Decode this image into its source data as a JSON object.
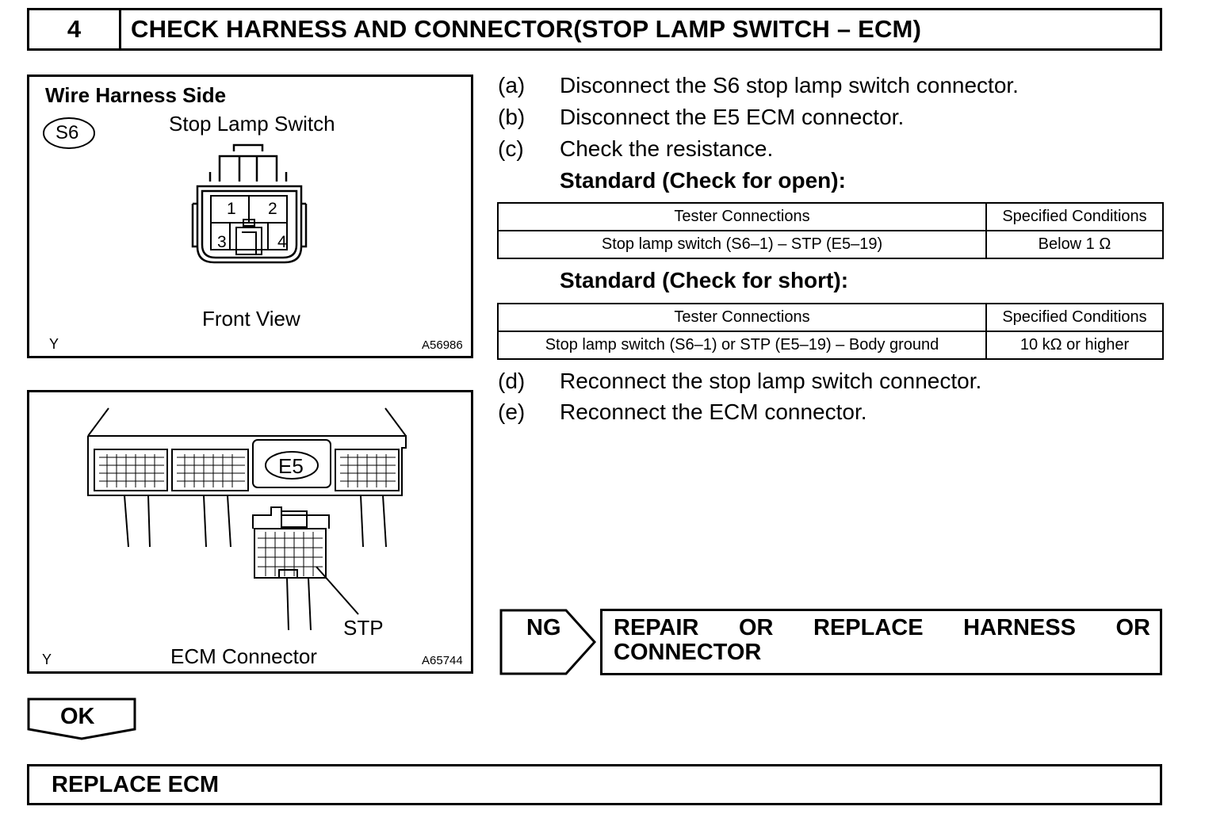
{
  "header": {
    "step_number": "4",
    "title": "CHECK HARNESS AND CONNECTOR(STOP LAMP SWITCH – ECM)"
  },
  "figure1": {
    "heading": "Wire Harness Side",
    "connector_badge": "S6",
    "component": "Stop Lamp Switch",
    "pins": [
      "1",
      "2",
      "3",
      "4"
    ],
    "view": "Front View",
    "corner_left": "Y",
    "code": "A56986"
  },
  "figure2": {
    "connector_badge": "E5",
    "pin_label": "STP",
    "caption": "ECM Connector",
    "corner_left": "Y",
    "code": "A65744"
  },
  "steps": {
    "a": {
      "label": "(a)",
      "text": "Disconnect the S6 stop lamp switch connector."
    },
    "b": {
      "label": "(b)",
      "text": "Disconnect the E5 ECM connector."
    },
    "c": {
      "label": "(c)",
      "text": "Check the resistance."
    },
    "d": {
      "label": "(d)",
      "text": "Reconnect the stop lamp switch connector."
    },
    "e": {
      "label": "(e)",
      "text": "Reconnect the ECM connector."
    }
  },
  "standard_open": {
    "heading": "Standard (Check for open):",
    "headers": [
      "Tester Connections",
      "Specified Conditions"
    ],
    "row": [
      "Stop lamp switch (S6–1) – STP (E5–19)",
      "Below 1 Ω"
    ]
  },
  "standard_short": {
    "heading": "Standard (Check for short):",
    "headers": [
      "Tester Connections",
      "Specified Conditions"
    ],
    "row": [
      "Stop lamp switch (S6–1) or STP (E5–19) – Body ground",
      "10 kΩ or higher"
    ]
  },
  "ng": {
    "label": "NG",
    "words": [
      "REPAIR",
      "OR",
      "REPLACE",
      "HARNESS",
      "OR"
    ],
    "line2": "CONNECTOR"
  },
  "ok": {
    "label": "OK"
  },
  "final": {
    "text": "REPLACE ECM"
  }
}
